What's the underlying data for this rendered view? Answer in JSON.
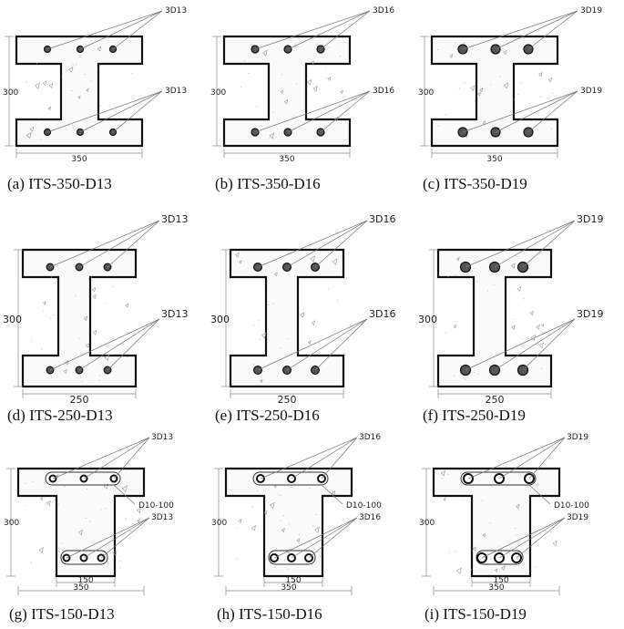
{
  "panels": [
    {
      "id": "a",
      "caption": "(a)  ITS-350-D13",
      "type": "wide",
      "width_label": "350",
      "height_label": "300",
      "top_bar_label": "3D13",
      "bottom_bar_label": "3D13",
      "bar_size": "D13"
    },
    {
      "id": "b",
      "caption": "(b)  ITS-350-D16",
      "type": "wide",
      "width_label": "350",
      "height_label": "300",
      "top_bar_label": "3D16",
      "bottom_bar_label": "3D16",
      "bar_size": "D16"
    },
    {
      "id": "c",
      "caption": "(c) ITS-350-D19",
      "type": "wide",
      "width_label": "350",
      "height_label": "300",
      "top_bar_label": "3D19",
      "bottom_bar_label": "3D19",
      "bar_size": "D19"
    },
    {
      "id": "d",
      "caption": "(d)  ITS-250-D13",
      "type": "narrow",
      "width_label": "250",
      "height_label": "300",
      "top_bar_label": "3D13",
      "bottom_bar_label": "3D13",
      "bar_size": "D13"
    },
    {
      "id": "e",
      "caption": "(e)  ITS-250-D16",
      "type": "narrow",
      "width_label": "250",
      "height_label": "300",
      "top_bar_label": "3D16",
      "bottom_bar_label": "3D16",
      "bar_size": "D16"
    },
    {
      "id": "f",
      "caption": "(f)  ITS-250-D19",
      "type": "narrow",
      "width_label": "250",
      "height_label": "300",
      "top_bar_label": "3D19",
      "bottom_bar_label": "3D19",
      "bar_size": "D19"
    },
    {
      "id": "g",
      "caption": "(g)  ITS-150-D13",
      "type": "tee",
      "width_label": "350",
      "web_width_label": "150",
      "height_label": "300",
      "top_bar_label": "3D13",
      "bottom_bar_label": "3D13",
      "stirrup_label": "D10-100",
      "bar_size": "D13"
    },
    {
      "id": "h",
      "caption": "(h)  ITS-150-D16",
      "type": "tee",
      "width_label": "350",
      "web_width_label": "150",
      "height_label": "300",
      "top_bar_label": "3D16",
      "bottom_bar_label": "3D16",
      "stirrup_label": "D10-100",
      "bar_size": "D16"
    },
    {
      "id": "i",
      "caption": "(i)  ITS-150-D19",
      "type": "tee",
      "width_label": "350",
      "web_width_label": "150",
      "height_label": "300",
      "top_bar_label": "3D19",
      "bottom_bar_label": "3D19",
      "stirrup_label": "D10-100",
      "bar_size": "D19"
    }
  ]
}
